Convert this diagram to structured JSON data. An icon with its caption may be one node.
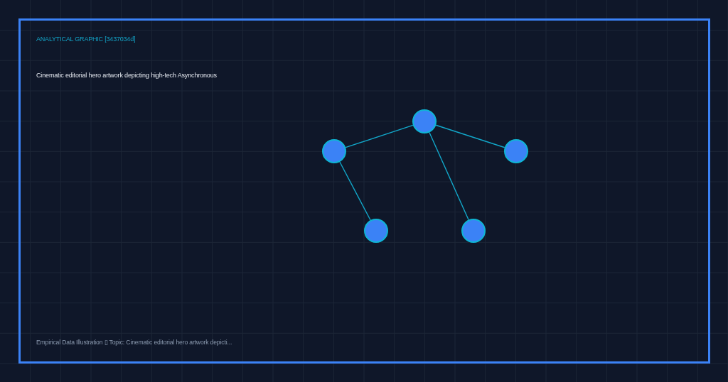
{
  "diagram": {
    "title": "ANALYTICAL GRAPHIC [3437034d]",
    "caption": "Empirical Data Illustration ▯ Topic: Cinematic editorial hero artwork depicti...",
    "nodes": [
      {
        "text": [],
        "shape": "circle"
      },
      {
        "text": [],
        "shape": "circle"
      },
      {
        "text": [],
        "shape": "circle"
      },
      {
        "text": [],
        "shape": "circle"
      },
      {
        "text": [],
        "shape": "circle"
      }
    ],
    "edges": [
      {
        "from": 0,
        "to": 1,
        "arrow": "none"
      },
      {
        "from": 0,
        "to": 2,
        "arrow": "none"
      },
      {
        "from": 1,
        "to": 3,
        "arrow": "none"
      },
      {
        "from": 0,
        "to": 4,
        "arrow": "none"
      }
    ],
    "labels": [
      "Cinematic editorial hero artwork depicting high-tech Asynchronous"
    ]
  }
}
